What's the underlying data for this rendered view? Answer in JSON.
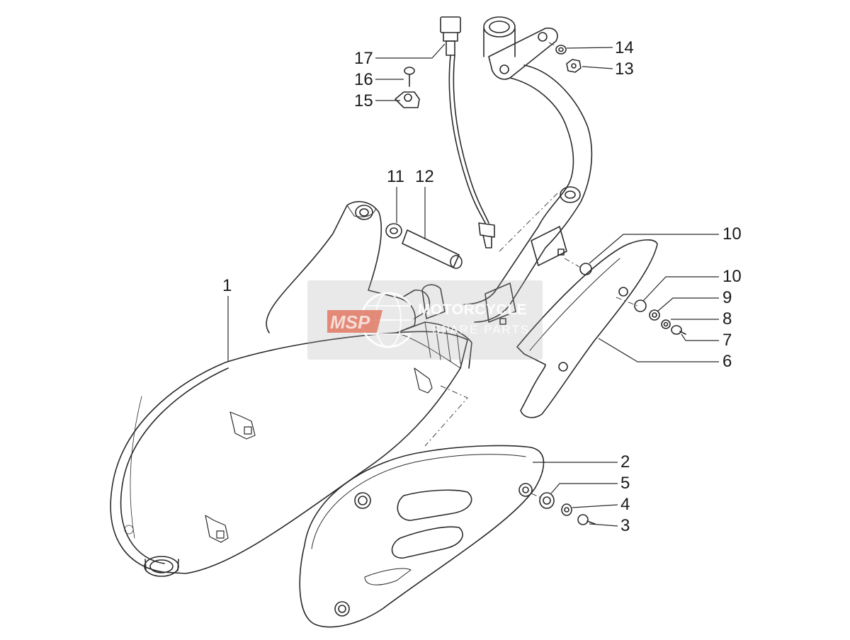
{
  "callouts": [
    {
      "id": "1",
      "label": "1"
    },
    {
      "id": "2",
      "label": "2"
    },
    {
      "id": "3",
      "label": "3"
    },
    {
      "id": "4",
      "label": "4"
    },
    {
      "id": "5",
      "label": "5"
    },
    {
      "id": "6",
      "label": "6"
    },
    {
      "id": "7",
      "label": "7"
    },
    {
      "id": "8",
      "label": "8"
    },
    {
      "id": "9",
      "label": "9"
    },
    {
      "id": "10a",
      "label": "10"
    },
    {
      "id": "10b",
      "label": "10"
    },
    {
      "id": "11",
      "label": "11"
    },
    {
      "id": "12",
      "label": "12"
    },
    {
      "id": "13",
      "label": "13"
    },
    {
      "id": "14",
      "label": "14"
    },
    {
      "id": "15",
      "label": "15"
    },
    {
      "id": "16",
      "label": "16"
    },
    {
      "id": "17",
      "label": "17"
    }
  ],
  "watermark": {
    "logo_text": "MSP",
    "line1": "MOTORCYCLE",
    "line2": "SPARE PARTS"
  },
  "colors": {
    "line": "#2a2a2a",
    "watermark_red": "#e0705a"
  }
}
